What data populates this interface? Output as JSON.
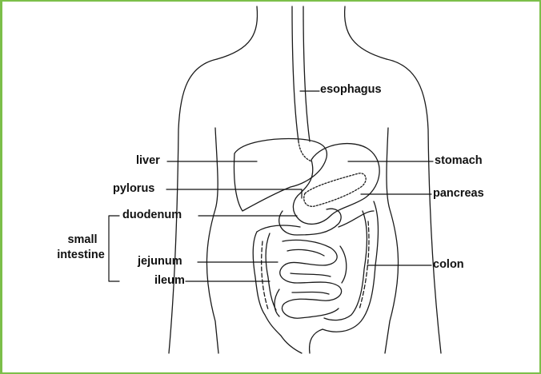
{
  "labels": {
    "esophagus": "esophagus",
    "liver": "liver",
    "stomach": "stomach",
    "pylorus": "pylorus",
    "pancreas": "pancreas",
    "duodenum": "duodenum",
    "small_intestine_line1": "small",
    "small_intestine_line2": "intestine",
    "jejunum": "jejunum",
    "colon": "colon",
    "ileum": "ileum"
  },
  "colors": {
    "border": "#7cbf4a",
    "ink": "#111111"
  }
}
